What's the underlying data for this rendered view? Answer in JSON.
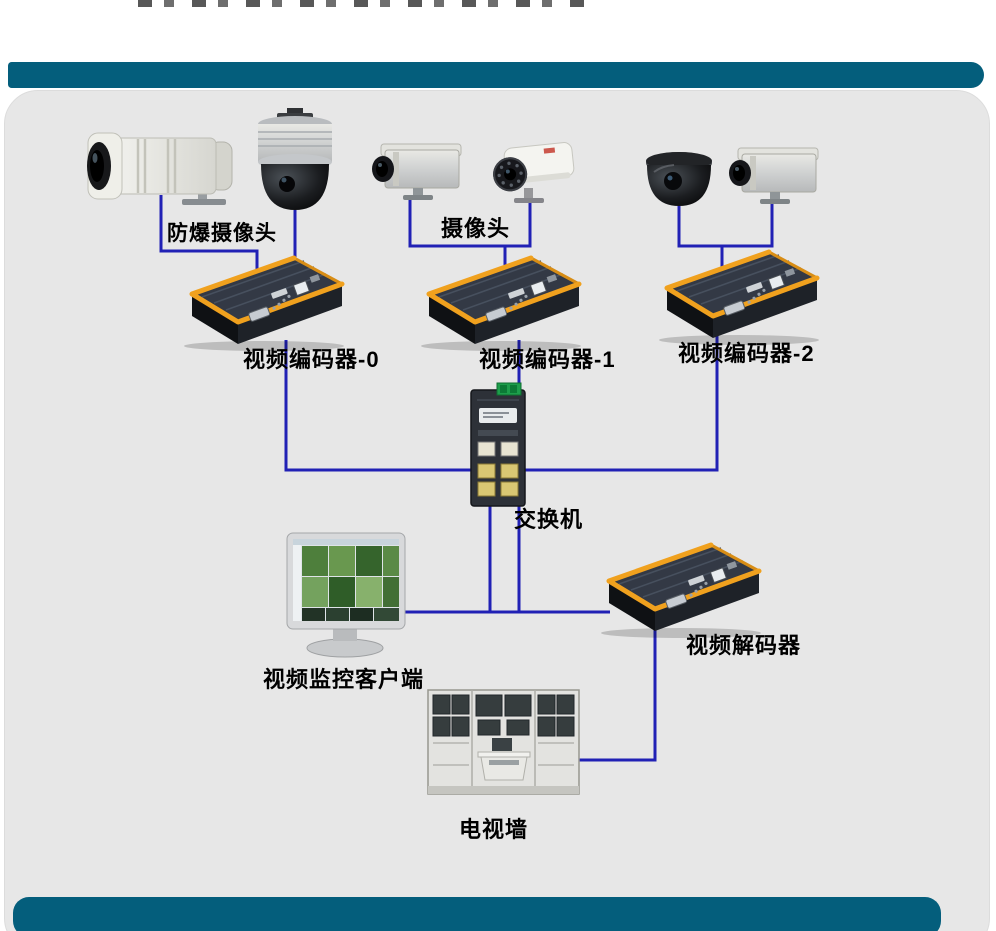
{
  "diagram": {
    "type": "video-surveillance-topology",
    "labels": {
      "explosion_proof_camera": "防爆摄像头",
      "camera": "摄像头",
      "encoder_0": "视频编码器-0",
      "encoder_1": "视频编码器-1",
      "encoder_2": "视频编码器-2",
      "switch": "交换机",
      "monitor_client": "视频监控客户端",
      "decoder": "视频解码器",
      "tv_wall": "电视墙"
    },
    "colors": {
      "wire": "#2121b5",
      "accent_bar": "#045e7c",
      "panel_background": "#e7e7e7",
      "device_trim_orange": "#f0a11e"
    },
    "nodes": [
      {
        "id": "explosion-proof-camera",
        "kind": "bullet-camera",
        "label": "防爆摄像头"
      },
      {
        "id": "speed-dome-camera",
        "kind": "ptz-dome-camera",
        "label": ""
      },
      {
        "id": "box-camera-left",
        "kind": "box-camera",
        "label": "摄像头"
      },
      {
        "id": "ir-camera",
        "kind": "ir-camera",
        "label": ""
      },
      {
        "id": "dome-camera",
        "kind": "dome-camera",
        "label": ""
      },
      {
        "id": "box-camera-right",
        "kind": "box-camera",
        "label": ""
      },
      {
        "id": "encoder-0",
        "kind": "video-encoder",
        "label": "视频编码器-0"
      },
      {
        "id": "encoder-1",
        "kind": "video-encoder",
        "label": "视频编码器-1"
      },
      {
        "id": "encoder-2",
        "kind": "video-encoder",
        "label": "视频编码器-2"
      },
      {
        "id": "switch",
        "kind": "ethernet-switch",
        "label": "交换机"
      },
      {
        "id": "monitor-client",
        "kind": "pc-monitor",
        "label": "视频监控客户端"
      },
      {
        "id": "decoder",
        "kind": "video-decoder",
        "label": "视频解码器"
      },
      {
        "id": "tv-wall",
        "kind": "tv-wall",
        "label": "电视墙"
      }
    ],
    "connections": [
      {
        "from": "explosion-proof-camera",
        "to": "encoder-0"
      },
      {
        "from": "speed-dome-camera",
        "to": "encoder-0"
      },
      {
        "from": "box-camera-left",
        "to": "encoder-1"
      },
      {
        "from": "ir-camera",
        "to": "encoder-1"
      },
      {
        "from": "dome-camera",
        "to": "encoder-2"
      },
      {
        "from": "box-camera-right",
        "to": "encoder-2"
      },
      {
        "from": "encoder-0",
        "to": "switch"
      },
      {
        "from": "encoder-1",
        "to": "switch"
      },
      {
        "from": "encoder-2",
        "to": "switch"
      },
      {
        "from": "switch",
        "to": "monitor-client"
      },
      {
        "from": "switch",
        "to": "decoder"
      },
      {
        "from": "decoder",
        "to": "tv-wall"
      }
    ]
  }
}
